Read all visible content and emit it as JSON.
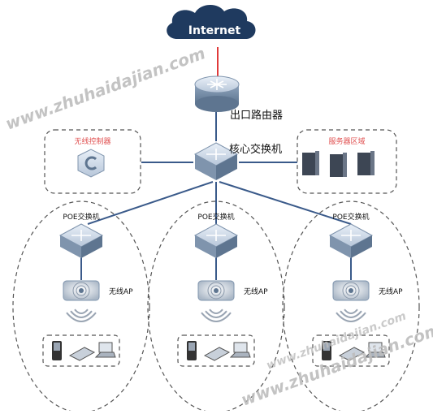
{
  "internet": {
    "label": "Internet",
    "cloud_color": "#1f3a5f"
  },
  "router": {
    "label": "出口路由器"
  },
  "core_switch": {
    "label": "核心交换机"
  },
  "wireless_controller": {
    "label": "无线控制器",
    "label_color": "#e05050"
  },
  "server_area": {
    "label": "服务器区域",
    "label_color": "#e05050"
  },
  "branches": [
    {
      "switch_label": "POE交换机",
      "ap_label": "无线AP"
    },
    {
      "switch_label": "POE交换机",
      "ap_label": "无线AP"
    },
    {
      "switch_label": "POE交换机",
      "ap_label": "无线AP"
    }
  ],
  "watermarks": [
    "www.zhuhaidajian.com",
    "www.zhuhaidajian.com",
    "www.zhuhaidajian.com"
  ],
  "colors": {
    "link": "#3a5a8a",
    "internet_link": "#e03a3a",
    "dashed_border": "#555555",
    "device_face": "#c9d6e6",
    "device_side": "#7f94ad"
  }
}
